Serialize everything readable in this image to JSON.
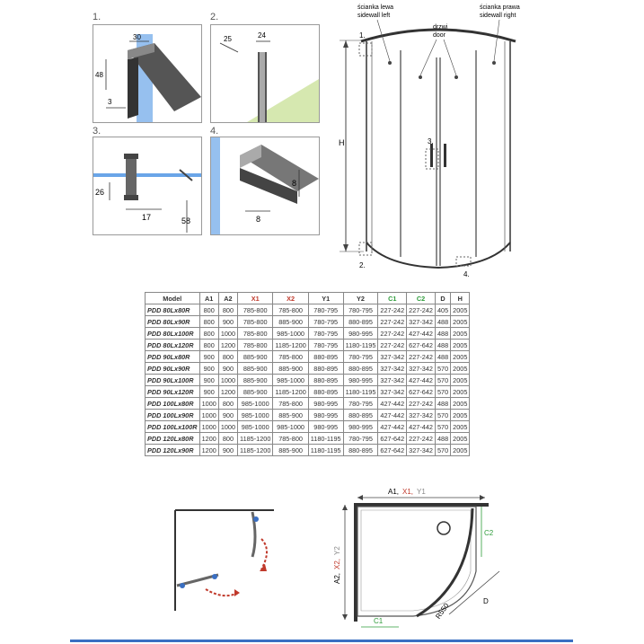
{
  "details": {
    "step1": {
      "num": "1.",
      "dim_top": "30",
      "dim_left": "48",
      "dim_bottom": "3"
    },
    "step2": {
      "num": "2.",
      "dim_a": "25",
      "dim_b": "24"
    },
    "step3": {
      "num": "3.",
      "dim_a": "26",
      "dim_b": "17",
      "dim_c": "58"
    },
    "step4": {
      "num": "4.",
      "dim_a": "8",
      "dim_b": "8"
    }
  },
  "elevation": {
    "label_left": "ścianka lewa\nsidewall left",
    "label_left_pl": "ścianka lewa",
    "label_left_en": "sidewall left",
    "label_door_pl": "drzwi",
    "label_door_en": "door",
    "label_right_pl": "ścianka prawa",
    "label_right_en": "sidewall right",
    "h_label": "H",
    "mark1": "1.",
    "mark2": "2.",
    "mark3": "3.",
    "mark4": "4."
  },
  "table": {
    "headers": [
      "Model",
      "A1",
      "A2",
      "X1",
      "X2",
      "Y1",
      "Y2",
      "C1",
      "C2",
      "D",
      "H"
    ],
    "header_colors": {
      "X1": "#c0392b",
      "X2": "#c0392b",
      "C1": "#2e9c3a",
      "C2": "#2e9c3a"
    },
    "rows": [
      [
        "PDD 80Lx80R",
        "800",
        "800",
        "785-800",
        "785-800",
        "780-795",
        "780-795",
        "227-242",
        "227-242",
        "405",
        "2005"
      ],
      [
        "PDD 80Lx90R",
        "800",
        "900",
        "785-800",
        "885-900",
        "780-795",
        "880-895",
        "227-242",
        "327-342",
        "488",
        "2005"
      ],
      [
        "PDD 80Lx100R",
        "800",
        "1000",
        "785-800",
        "985-1000",
        "780-795",
        "980-995",
        "227-242",
        "427-442",
        "488",
        "2005"
      ],
      [
        "PDD 80Lx120R",
        "800",
        "1200",
        "785-800",
        "1185-1200",
        "780-795",
        "1180-1195",
        "227-242",
        "627-642",
        "488",
        "2005"
      ],
      [
        "PDD 90Lx80R",
        "900",
        "800",
        "885-900",
        "785-800",
        "880-895",
        "780-795",
        "327-342",
        "227-242",
        "488",
        "2005"
      ],
      [
        "PDD 90Lx90R",
        "900",
        "900",
        "885-900",
        "885-900",
        "880-895",
        "880-895",
        "327-342",
        "327-342",
        "570",
        "2005"
      ],
      [
        "PDD 90Lx100R",
        "900",
        "1000",
        "885-900",
        "985-1000",
        "880-895",
        "980-995",
        "327-342",
        "427-442",
        "570",
        "2005"
      ],
      [
        "PDD 90Lx120R",
        "900",
        "1200",
        "885-900",
        "1185-1200",
        "880-895",
        "1180-1195",
        "327-342",
        "627-642",
        "570",
        "2005"
      ],
      [
        "PDD 100Lx80R",
        "1000",
        "800",
        "985-1000",
        "785-800",
        "980-995",
        "780-795",
        "427-442",
        "227-242",
        "488",
        "2005"
      ],
      [
        "PDD 100Lx90R",
        "1000",
        "900",
        "985-1000",
        "885-900",
        "980-995",
        "880-895",
        "427-442",
        "327-342",
        "570",
        "2005"
      ],
      [
        "PDD 100Lx100R",
        "1000",
        "1000",
        "985-1000",
        "985-1000",
        "980-995",
        "980-995",
        "427-442",
        "427-442",
        "570",
        "2005"
      ],
      [
        "PDD 120Lx80R",
        "1200",
        "800",
        "1185-1200",
        "785-800",
        "1180-1195",
        "780-795",
        "627-642",
        "227-242",
        "488",
        "2005"
      ],
      [
        "PDD 120Lx90R",
        "1200",
        "900",
        "1185-1200",
        "885-900",
        "1180-1195",
        "880-895",
        "627-642",
        "327-342",
        "570",
        "2005"
      ]
    ]
  },
  "plan": {
    "top_a1": "A1,",
    "top_x1": " X1,",
    "top_y1": " Y1",
    "left_a2": "A2,",
    "left_x2": " X2,",
    "left_y2": " Y2",
    "c1": "C1",
    "c2": "C2",
    "r": "R550",
    "d": "D"
  },
  "colors": {
    "red": "#c0392b",
    "green": "#2e9c3a",
    "blue": "#3a6fc2",
    "line": "#444"
  }
}
